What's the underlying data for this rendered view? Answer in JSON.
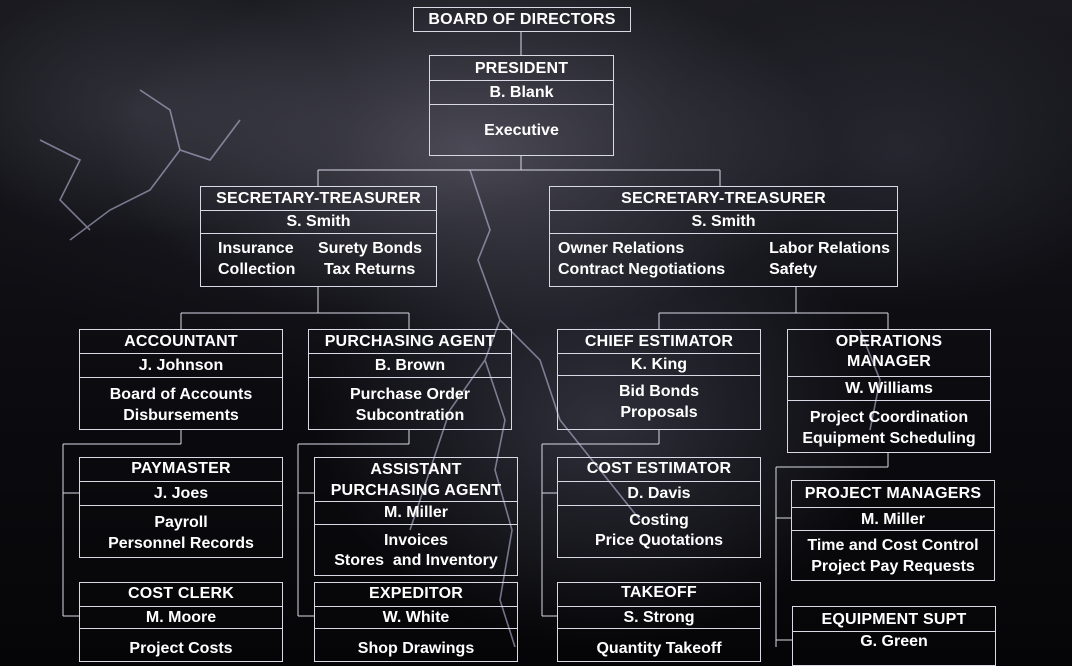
{
  "board": {
    "title": "BOARD OF DIRECTORS"
  },
  "president": {
    "title": "PRESIDENT",
    "name": "B. Blank",
    "duty": "Executive"
  },
  "sec_left": {
    "title": "SECRETARY-TREASURER",
    "name": "S. Smith",
    "duties": [
      "Insurance",
      "Surety Bonds",
      "Collection",
      "Tax Returns"
    ]
  },
  "sec_right": {
    "title": "SECRETARY-TREASURER",
    "name": "S. Smith",
    "duties": [
      "Owner Relations",
      "Labor Relations",
      "Contract Negotiations",
      "Safety"
    ]
  },
  "accountant": {
    "title": "ACCOUNTANT",
    "name": "J. Johnson",
    "duties": [
      "Board of Accounts",
      "Disbursements"
    ]
  },
  "purchasing": {
    "title": "PURCHASING AGENT",
    "name": "B. Brown",
    "duties": [
      "Purchase Order",
      "Subcontration"
    ]
  },
  "chief_estimator": {
    "title": "CHIEF ESTIMATOR",
    "name": "K. King",
    "duties": [
      "Bid Bonds",
      "Proposals"
    ]
  },
  "operations": {
    "title": [
      "OPERATIONS",
      "MANAGER"
    ],
    "name": "W. Williams",
    "duties": [
      "Project Coordination",
      "Equipment Scheduling"
    ]
  },
  "paymaster": {
    "title": "PAYMASTER",
    "name": "J. Joes",
    "duties": [
      "Payroll",
      "Personnel Records"
    ]
  },
  "asst_purchasing": {
    "title": [
      "ASSISTANT",
      "PURCHASING AGENT"
    ],
    "name": "M. Miller",
    "duties": [
      "Invoices",
      "Stores  and Inventory"
    ]
  },
  "cost_estimator": {
    "title": "COST ESTIMATOR",
    "name": "D. Davis",
    "duties": [
      "Costing",
      "Price Quotations"
    ]
  },
  "project_managers": {
    "title": "PROJECT MANAGERS",
    "name": "M. Miller",
    "duties": [
      "Time and Cost Control",
      "Project Pay Requests"
    ]
  },
  "cost_clerk": {
    "title": "COST CLERK",
    "name": "M. Moore",
    "duties": [
      "Project Costs"
    ]
  },
  "expeditor": {
    "title": "EXPEDITOR",
    "name": "W. White",
    "duties": [
      "Shop Drawings"
    ]
  },
  "takeoff": {
    "title": "TAKEOFF",
    "name": "S. Strong",
    "duties": [
      "Quantity Takeoff"
    ]
  },
  "equipment_supt": {
    "title": "EQUIPMENT SUPT",
    "name": "G. Green"
  },
  "colors": {
    "background": "#0a0a0f",
    "line": "#d9d9e6",
    "text": "#ffffff",
    "lightning": "#c9c6e8"
  }
}
